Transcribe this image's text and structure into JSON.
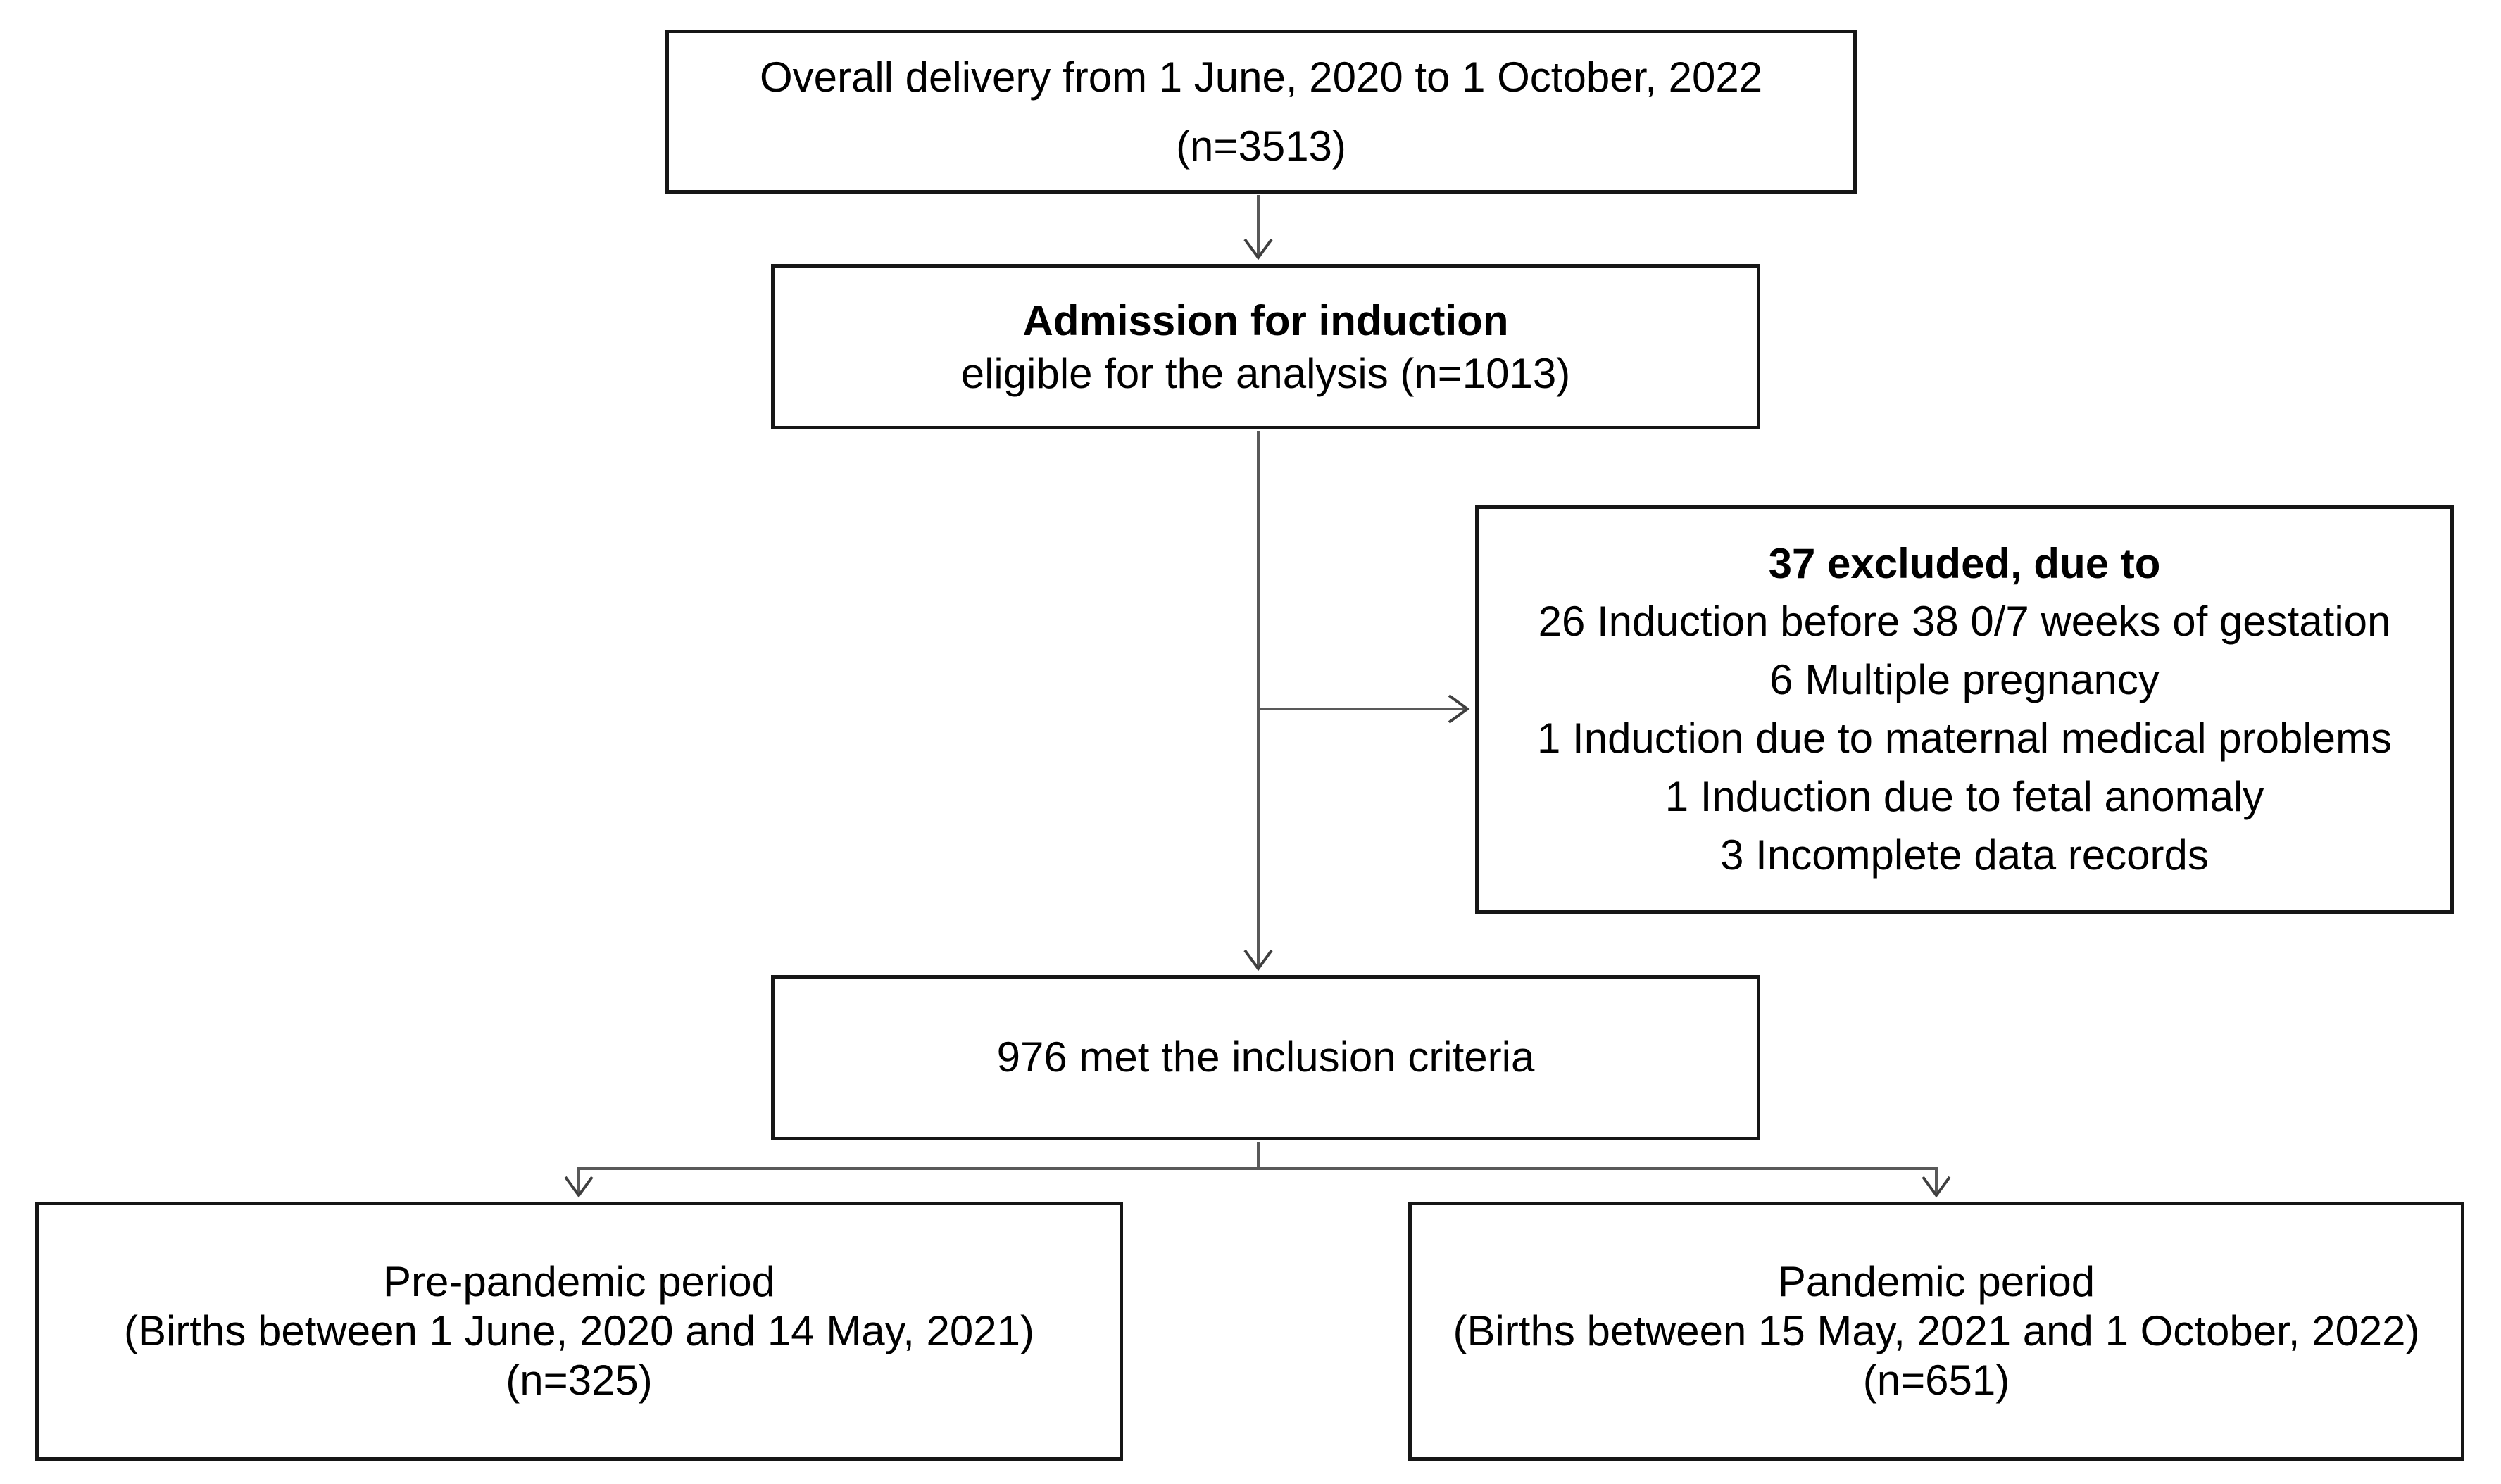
{
  "flowchart": {
    "boxes": {
      "overall": {
        "line1": "Overall delivery from 1 June, 2020 to 1 October, 2022",
        "line2": "(n=3513)"
      },
      "admission": {
        "title": "Admission for induction",
        "subtitle": "eligible for the analysis (n=1013)"
      },
      "excluded": {
        "title": "37 excluded, due to",
        "items": [
          "26 Induction before 38 0/7 weeks of gestation",
          "6 Multiple pregnancy",
          "1 Induction due to maternal medical problems",
          "1 Induction due to fetal anomaly",
          "3 Incomplete data records"
        ]
      },
      "inclusion": {
        "text": "976 met the inclusion criteria"
      },
      "pre_pandemic": {
        "line1": "Pre-pandemic period",
        "line2": "(Births between 1 June, 2020 and 14 May, 2021)",
        "line3": "(n=325)"
      },
      "pandemic": {
        "line1": "Pandemic period",
        "line2": "(Births between 15 May, 2021 and 1 October, 2022)",
        "line3": "(n=651)"
      }
    },
    "colors": {
      "background": "#ffffff",
      "box_border": "#161616",
      "text": "#000000",
      "connector_line": "#595959",
      "arrowhead": "#3f3f3f"
    }
  }
}
